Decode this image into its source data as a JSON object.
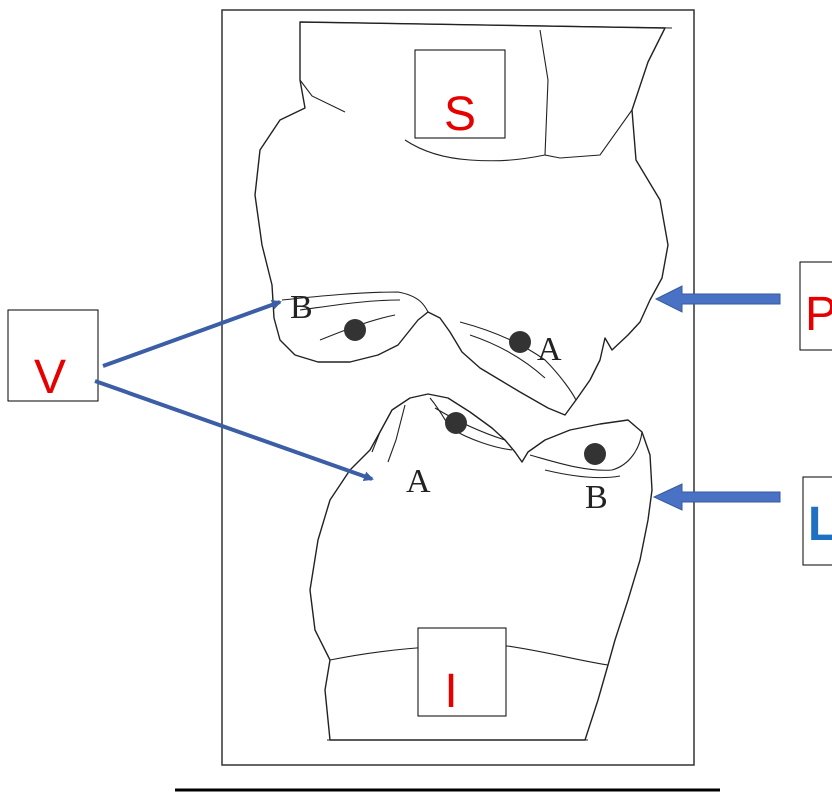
{
  "labels": {
    "superior": "S",
    "inferior": "I",
    "vertebra_side": "V",
    "posterior": "P",
    "lateral": "L",
    "upper_left_facet": "B",
    "upper_right_facet": "A",
    "lower_left_facet": "A",
    "lower_right_facet": "B"
  },
  "colors": {
    "label_red": "#e60000",
    "label_blue": "#1f6fc2",
    "arrow_blue": "#4a72c4"
  }
}
